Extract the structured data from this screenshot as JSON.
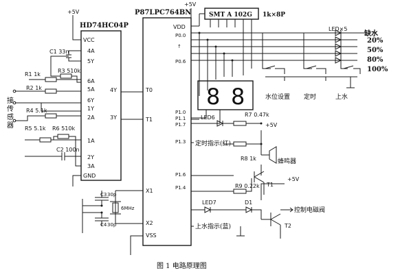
{
  "figure": {
    "caption": "图 1    电路原理图"
  },
  "power": {
    "vcc_top": "+5V",
    "vcc_left": "+5V",
    "vcc_r7": "+5V",
    "vcc_d1": "+5V"
  },
  "ic_left": {
    "name": "HD74HC04P",
    "pins": [
      "VCC",
      "4A",
      "5Y",
      "6A",
      "5A",
      "6Y",
      "1Y",
      "2A",
      "1A",
      "2Y",
      "3A",
      "GND"
    ],
    "out_pins": [
      "4Y",
      "3Y"
    ]
  },
  "ic_mcu": {
    "name": "P87LPC764BN",
    "pins_left": [
      "T0",
      "T1",
      "X1",
      "X2",
      "VSS"
    ],
    "pins_right": [
      "VDD",
      "P0.0",
      "P0.6",
      "P1.0",
      "P1.1",
      "P1.7",
      "P1.3",
      "P1.6",
      "P1.4"
    ]
  },
  "resnet": {
    "label": "SMT  A  102G",
    "value": "1k×8P"
  },
  "leds": {
    "label": "LED×5",
    "levels": [
      "缺水",
      "20%",
      "50%",
      "80%",
      "100%"
    ]
  },
  "keys": [
    "水位设置",
    "定时",
    "上水"
  ],
  "parts": {
    "c1": "C1  33n",
    "r1": "R1  1k",
    "r3": "R3 510k",
    "r2": "R2  1k",
    "r4": "R4 5.1k",
    "r5": "R5 5.1k",
    "r6": "R6 510k",
    "c2": "C2  100n",
    "c3": "C3",
    "c3v": "30p",
    "xtal": "6MHz",
    "c4": "C4",
    "c4v": "30p",
    "led6": "LED6",
    "r7": "R7 0.47k",
    "r8": "R8 1k",
    "buzzer": "蜂鸣器",
    "r9": "R9 0.22k",
    "t1": "T1",
    "led7": "LED7",
    "d1": "D1",
    "t2": "T2"
  },
  "labels": {
    "sensor": [
      "接",
      "传",
      "感",
      "器"
    ],
    "timer_ind": "定时指示(红)",
    "water_ind": "上水指示(蓝)",
    "valve": "控制电磁阀"
  }
}
